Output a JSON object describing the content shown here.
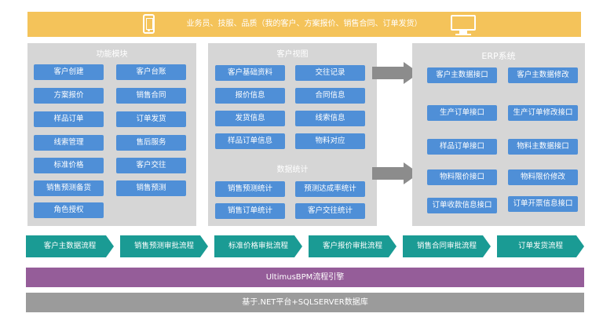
{
  "top_banner": {
    "text": "业务员、技服、品质（我的客户、方案报价、销售合同、订单发货）"
  },
  "func_panel": {
    "title": "功能模块",
    "items": [
      "客户创建",
      "客户台账",
      "方案报价",
      "销售合同",
      "样品订单",
      "订单发货",
      "线索管理",
      "售后服务",
      "标准价格",
      "客户交往",
      "销售预测备货",
      "销售预测",
      "角色授权"
    ]
  },
  "cust_panel": {
    "title": "客户视图",
    "items": [
      "客户基础资料",
      "交往记录",
      "报价信息",
      "合同信息",
      "发货信息",
      "线索信息",
      "样品订单信息",
      "物料对应"
    ],
    "stats_title": "数据统计",
    "stats_items": [
      "销售预测统计",
      "预测达成率统计",
      "销售订单统计",
      "客户交往统计"
    ]
  },
  "erp_panel": {
    "title": "ERP系统",
    "items": [
      "客户主数据接口",
      "客户主数据修改",
      "生产订单接口",
      "生产订单修改接口",
      "样品订单接口",
      "物料主数据接口",
      "物料限价接口",
      "物料限价修改",
      "订单收款信息接口",
      "订单开票信息接口"
    ]
  },
  "flows": [
    "客户主数据流程",
    "销售预测审批流程",
    "标准价格审批流程",
    "客户报价审批流程",
    "销售合同审批流程",
    "订单发货流程"
  ],
  "bpm_bar": {
    "text": "UltimusBPM流程引擎"
  },
  "net_bar": {
    "text": "基于.NET平台+SQLSERVER数据库"
  },
  "icons": [
    "phone-icon",
    "monitor-icon"
  ],
  "colors": {
    "banner": "#f4c35a",
    "button": "#4f8fd7",
    "flow": "#1a9b94",
    "bpm": "#955d99",
    "net": "#9b9b9b",
    "panel": "#d6d6d6"
  }
}
